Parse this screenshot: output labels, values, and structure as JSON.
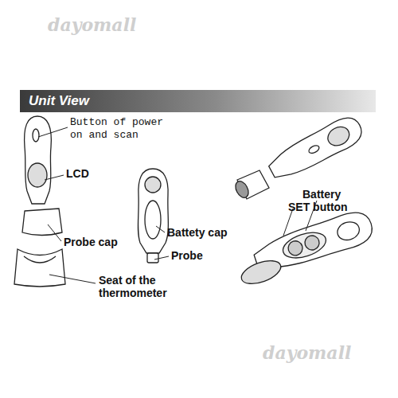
{
  "diagram": {
    "title": "Unit View",
    "labels": [
      "Button of power on and scan",
      "LCD",
      "Probe cap",
      "Seat of the thermometer",
      "Battety cap",
      "Probe",
      "Battery",
      "SET button",
      "dayomall",
      "dayomall"
    ]
  }
}
